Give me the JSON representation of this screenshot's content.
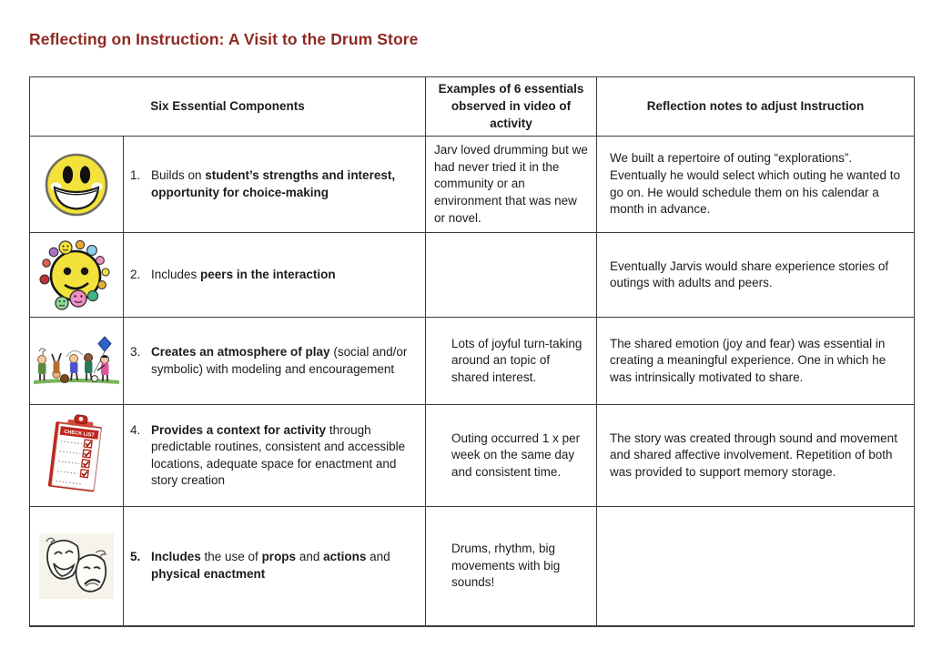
{
  "colors": {
    "title": "#8e2922",
    "border": "#3c3c3c",
    "smiley_yellow": "#f2e23b",
    "checklist_red": "#c0281c"
  },
  "page": {
    "title": "Reflecting on Instruction: A Visit to the Drum Store"
  },
  "table": {
    "headers": {
      "components": "Six Essential Components",
      "examples": "Examples of 6 essentials observed in video of activity",
      "reflection": "Reflection notes to adjust Instruction"
    },
    "icons": {
      "checklist_label": "CHECK LIST"
    },
    "rows": [
      {
        "icon": "smiley-face-icon",
        "number": "1.",
        "number_bold": false,
        "component_segments": [
          {
            "text": "Builds on ",
            "bold": false
          },
          {
            "text": "student’s strengths and interest, opportunity for choice-making",
            "bold": true
          }
        ],
        "example": "Jarv loved drumming but we had never tried it in the community or an environment that was new or novel.",
        "reflection": "We built a repertoire of outing “explorations”. Eventually he would select which outing he wanted to go on. He would schedule them on his calendar a month in advance."
      },
      {
        "icon": "peer-smileys-icon",
        "number": "2.",
        "number_bold": false,
        "component_segments": [
          {
            "text": "Includes ",
            "bold": false
          },
          {
            "text": "peers in the interaction",
            "bold": true
          }
        ],
        "example": "",
        "reflection": "Eventually Jarvis would share experience stories of outings with adults and peers."
      },
      {
        "icon": "children-playing-icon",
        "number": "3.",
        "number_bold": false,
        "component_segments": [
          {
            "text": "Creates an atmosphere of play",
            "bold": true
          },
          {
            "text": " (social and/or symbolic) with modeling and encouragement",
            "bold": false
          }
        ],
        "example": "Lots of joyful turn-taking around an topic of shared interest.",
        "reflection": "The shared emotion (joy and fear) was essential in creating a meaningful experience. One in which he was intrinsically motivated to share."
      },
      {
        "icon": "checklist-clipboard-icon",
        "number": "4.",
        "number_bold": false,
        "component_segments": [
          {
            "text": "Provides a context for activity",
            "bold": true
          },
          {
            "text": " through predictable routines, consistent and accessible locations, adequate space for enactment and story creation",
            "bold": false
          }
        ],
        "example": "Outing occurred 1 x per week on the same day and consistent time.",
        "reflection": "The story was created through sound and movement and shared affective involvement. Repetition of both was provided to support memory storage."
      },
      {
        "icon": "theater-masks-icon",
        "number": "5.",
        "number_bold": true,
        "component_segments": [
          {
            "text": "Includes",
            "bold": true
          },
          {
            "text": " the use of ",
            "bold": false
          },
          {
            "text": "props",
            "bold": true
          },
          {
            "text": " and ",
            "bold": false
          },
          {
            "text": "actions",
            "bold": true
          },
          {
            "text": " and ",
            "bold": false
          },
          {
            "text": "physical enactment",
            "bold": true
          }
        ],
        "example": "Drums, rhythm, big movements with big sounds!",
        "reflection": ""
      }
    ]
  }
}
